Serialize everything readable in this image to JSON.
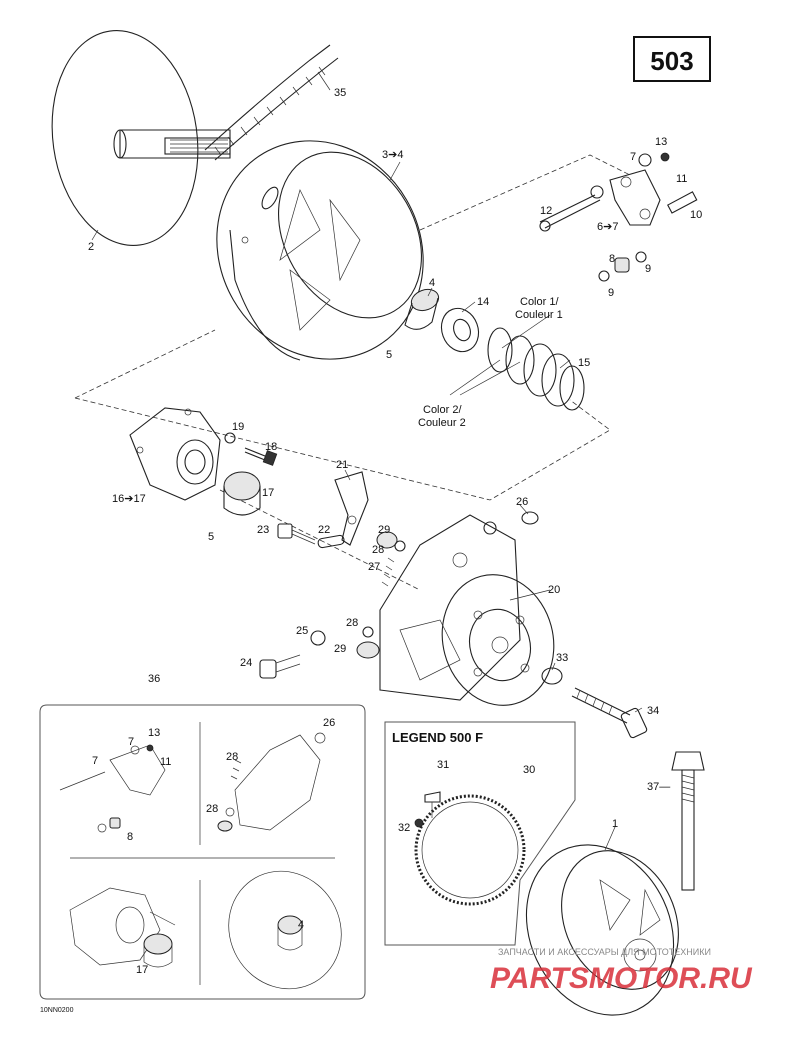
{
  "page": {
    "number": "503",
    "legend_title": "LEGEND 500 F",
    "image_code": "10NN0200",
    "watermark_top": "ЗАПЧАСТИ И АКСЕССУАРЫ ДЛЯ МОТОТЕХНИКИ",
    "watermark_logo": "PARTSMOTOR.RU"
  },
  "colors": {
    "ink": "#222222",
    "watermark": "#d9303a",
    "watermark_gray": "#888888"
  },
  "callouts": {
    "c1": "1",
    "c2": "2",
    "c3_4": "3➔4",
    "c4a": "4",
    "c5a": "5",
    "c6_7": "6➔7",
    "c7": "7",
    "c8": "8",
    "c9a": "9",
    "c9b": "9",
    "c10": "10",
    "c11": "11",
    "c12": "12",
    "c13": "13",
    "c14": "14",
    "c15": "15",
    "color1": "Color 1/",
    "couleur1": "Couleur 1",
    "color2": "Color 2/",
    "couleur2": "Couleur 2",
    "c16_17": "16➔17",
    "c17a": "17",
    "c18": "18",
    "c19": "19",
    "c5b": "5",
    "c20": "20",
    "c21": "21",
    "c22": "22",
    "c23": "23",
    "c24": "24",
    "c25": "25",
    "c26": "26",
    "c27": "27",
    "c28a": "28",
    "c28b": "28",
    "c29a": "29",
    "c29b": "29",
    "c30": "30",
    "c31": "31",
    "c32": "32",
    "c33": "33",
    "c34": "34",
    "c35": "35",
    "c36": "36",
    "c37": "37—",
    "i13": "13",
    "i7a": "7",
    "i7b": "7",
    "i11": "11",
    "i8": "8",
    "i26": "26",
    "i28a": "28",
    "i28b": "28",
    "i17": "17",
    "i4": "4"
  }
}
